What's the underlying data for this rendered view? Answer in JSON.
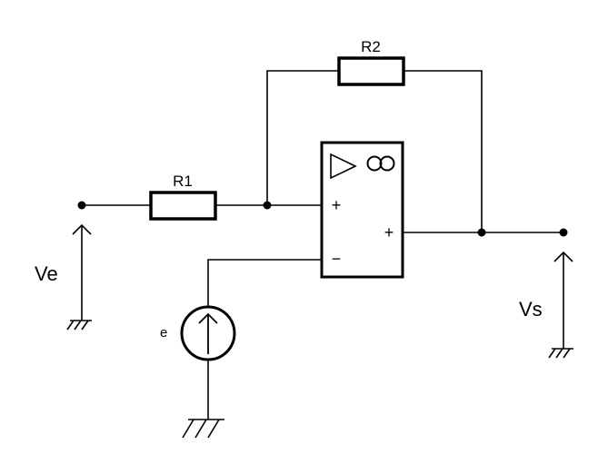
{
  "components": {
    "r1_label": "R1",
    "r2_label": "R2",
    "source_label": "e"
  },
  "opamp": {
    "gain_symbol": "∞",
    "in_plus_sign": "+",
    "in_minus_sign": "−",
    "out_sign": "+"
  },
  "voltages": {
    "input_label": "Ve",
    "output_label": "Vs"
  }
}
